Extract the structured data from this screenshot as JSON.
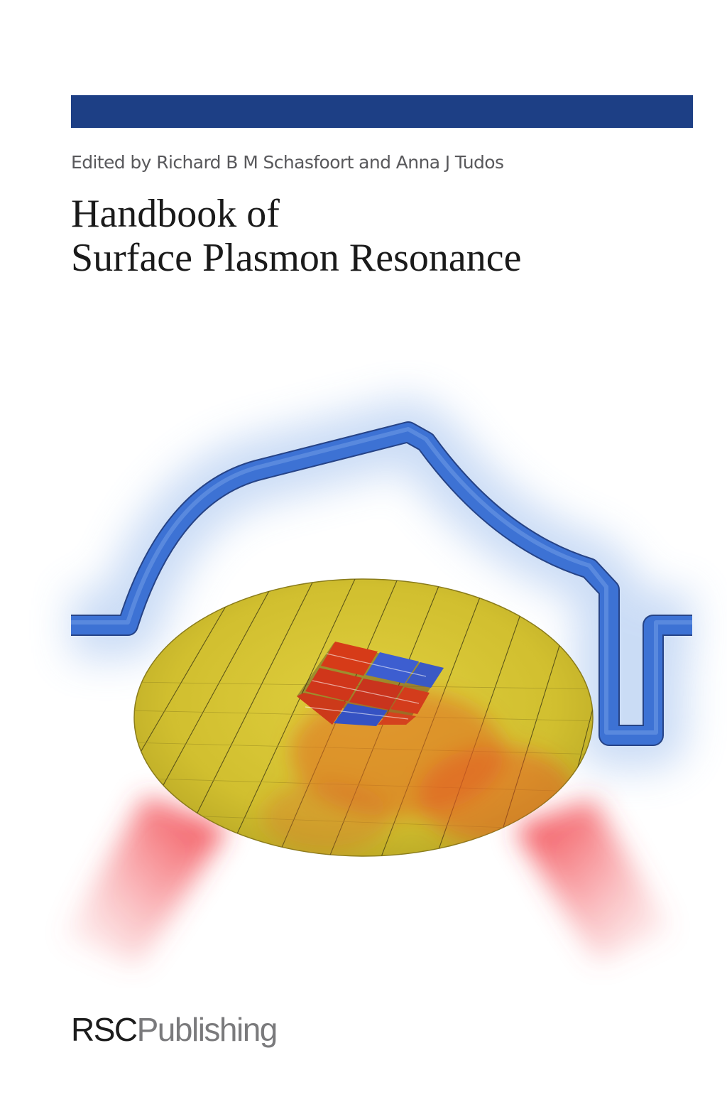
{
  "book": {
    "editors_line": "Edited by Richard B M Schasfoort and Anna J Tudos",
    "title_line_1": "Handbook of",
    "title_line_2": "Surface Plasmon Resonance"
  },
  "publisher": {
    "brand": "RSC",
    "imprint": "Publishing"
  },
  "colors": {
    "bar": "#1d3f85",
    "flow_channel": "#3a6fd0",
    "sensor_disc": "#d6c534",
    "laser_beam": "#f0303a",
    "spot_red": "#d23a1c",
    "spot_blue": "#3b5fc8"
  }
}
